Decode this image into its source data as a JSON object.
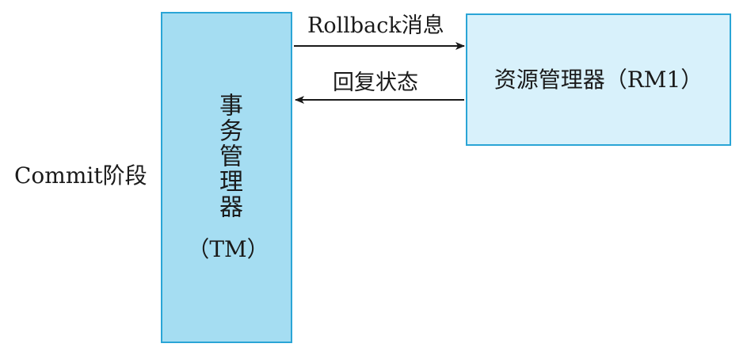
{
  "phase": {
    "label": "Commit阶段"
  },
  "transaction_manager": {
    "name": "事务管理器",
    "abbr": "（TM）"
  },
  "resource_manager": {
    "name": "资源管理器（RM1）"
  },
  "messages": {
    "rollback": "Rollback消息",
    "reply": "回复状态"
  },
  "colors": {
    "tm_fill": "#a5ddf2",
    "rm_fill": "#d8f1fb",
    "border": "#2aa5d6",
    "arrow": "#1a1a1a"
  }
}
